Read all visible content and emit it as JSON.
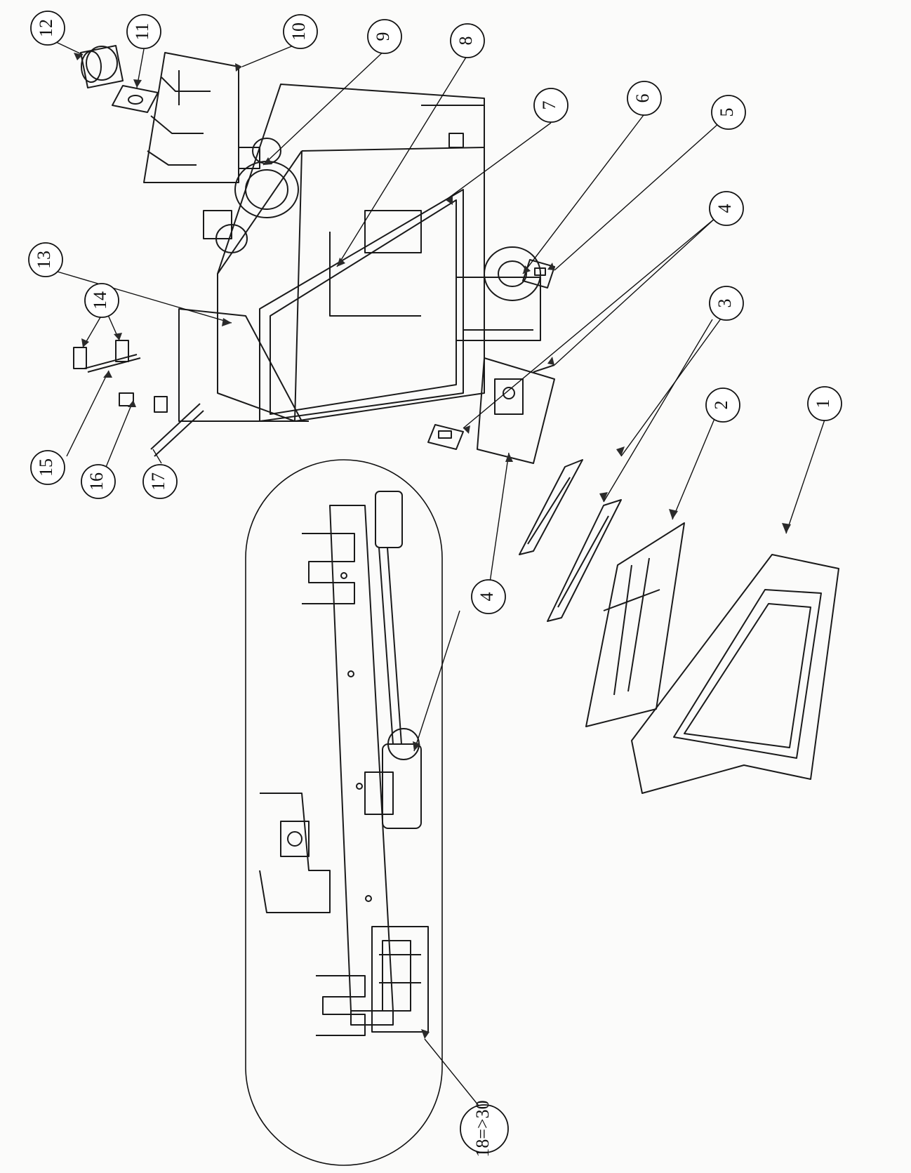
{
  "balloons": [
    {
      "id": "1",
      "label": "1"
    },
    {
      "id": "2",
      "label": "2"
    },
    {
      "id": "3",
      "label": "3"
    },
    {
      "id": "4a",
      "label": "4"
    },
    {
      "id": "4b",
      "label": "4"
    },
    {
      "id": "5",
      "label": "5"
    },
    {
      "id": "6",
      "label": "6"
    },
    {
      "id": "7",
      "label": "7"
    },
    {
      "id": "8",
      "label": "8"
    },
    {
      "id": "9",
      "label": "9"
    },
    {
      "id": "10",
      "label": "10"
    },
    {
      "id": "11",
      "label": "11"
    },
    {
      "id": "12",
      "label": "12"
    },
    {
      "id": "13",
      "label": "13"
    },
    {
      "id": "14",
      "label": "14"
    },
    {
      "id": "15",
      "label": "15"
    },
    {
      "id": "16",
      "label": "16"
    },
    {
      "id": "17",
      "label": "17"
    },
    {
      "id": "18",
      "label": "18=>30"
    }
  ]
}
